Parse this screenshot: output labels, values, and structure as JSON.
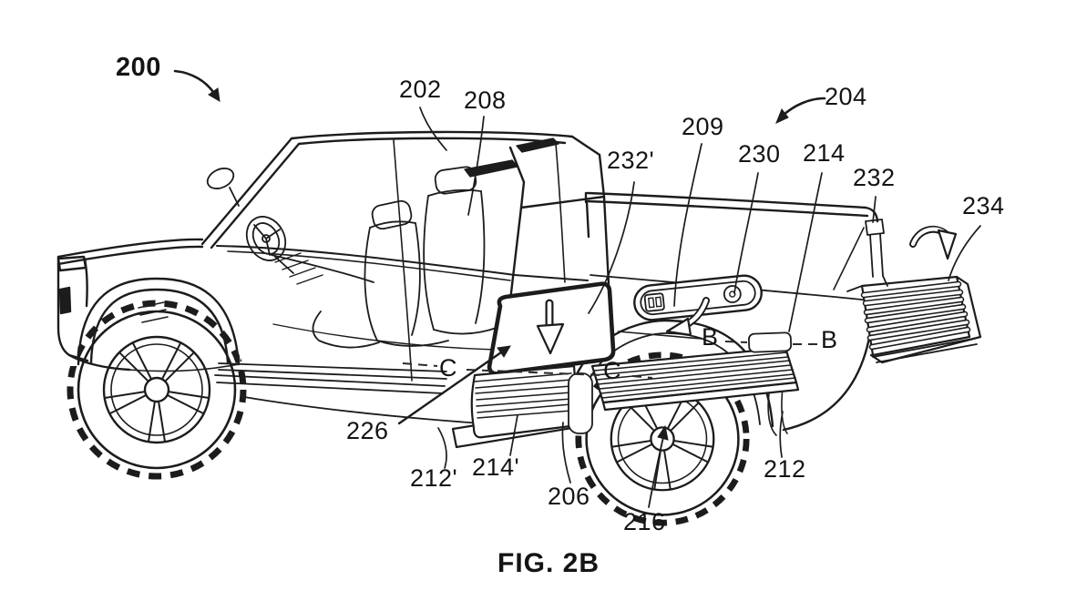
{
  "figure": {
    "type": "patent-line-drawing",
    "caption": "FIG. 2B",
    "colors": {
      "line": "#1c1c1c",
      "background": "#ffffff",
      "label_text": "#141414"
    },
    "subject": "pickup truck with deployable steps",
    "reference_labels": [
      {
        "id": "200",
        "text": "200"
      },
      {
        "id": "202",
        "text": "202"
      },
      {
        "id": "208",
        "text": "208"
      },
      {
        "id": "232-prime",
        "text": "232'"
      },
      {
        "id": "209",
        "text": "209"
      },
      {
        "id": "230",
        "text": "230"
      },
      {
        "id": "214",
        "text": "214"
      },
      {
        "id": "232",
        "text": "232"
      },
      {
        "id": "204",
        "text": "204"
      },
      {
        "id": "234",
        "text": "234"
      },
      {
        "id": "B-left",
        "text": "B"
      },
      {
        "id": "B-right",
        "text": "B"
      },
      {
        "id": "C-left",
        "text": "C"
      },
      {
        "id": "C-right",
        "text": "C"
      },
      {
        "id": "226",
        "text": "226"
      },
      {
        "id": "212-prime",
        "text": "212'"
      },
      {
        "id": "214-prime",
        "text": "214'"
      },
      {
        "id": "206",
        "text": "206"
      },
      {
        "id": "216",
        "text": "216"
      },
      {
        "id": "212",
        "text": "212"
      }
    ],
    "icons": [
      "curved-pointer-arrow-200",
      "curved-pointer-arrow-204",
      "solid-leader-arrow-226",
      "solid-leader-arrow-216",
      "hollow-down-arrow-deploy",
      "hollow-hook-arrow-handle",
      "hollow-rotate-arrow-tailgate"
    ]
  }
}
